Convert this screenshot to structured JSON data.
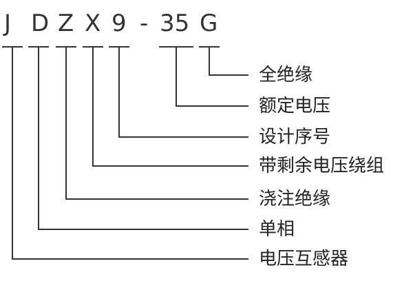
{
  "model_code": {
    "segments": [
      "J",
      "D",
      "Z",
      "X",
      "9",
      "-",
      "35",
      "G"
    ]
  },
  "labels": [
    "全绝缘",
    "额定电压",
    "设计序号",
    "带剩余电压绕组",
    "浇注绝缘",
    "单相",
    "电压互感器"
  ],
  "colors": {
    "line": "#333333",
    "text": "#222222"
  }
}
